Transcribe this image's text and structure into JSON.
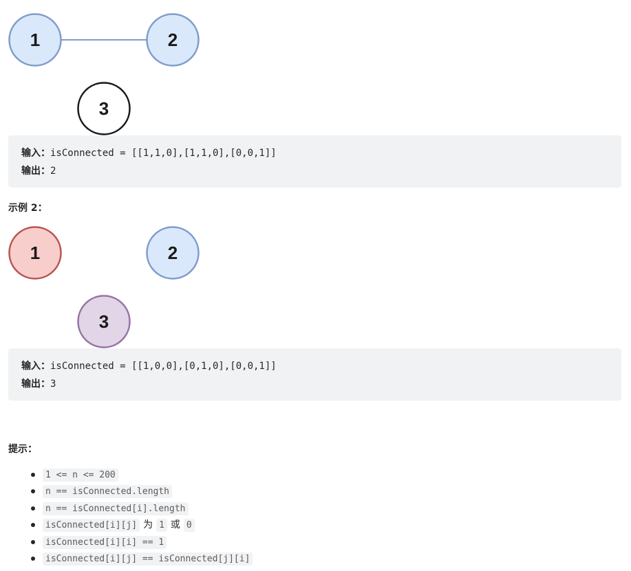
{
  "example1": {
    "graph": {
      "nodes": [
        {
          "label": "1",
          "fill": "#dae8fc",
          "stroke": "#7f9ccb"
        },
        {
          "label": "2",
          "fill": "#dae8fc",
          "stroke": "#7f9ccb"
        },
        {
          "label": "3",
          "fill": "#ffffff",
          "stroke": "#1a1a1a"
        }
      ],
      "edges": [
        [
          "1",
          "2"
        ]
      ],
      "edge_color": "#7f9ccb"
    },
    "input_label": "输入：",
    "input_value": "isConnected = [[1,1,0],[1,1,0],[0,0,1]]",
    "output_label": "输出：",
    "output_value": "2"
  },
  "example2": {
    "heading": "示例 2：",
    "graph": {
      "nodes": [
        {
          "label": "1",
          "fill": "#f8cecc",
          "stroke": "#b85450"
        },
        {
          "label": "2",
          "fill": "#dae8fc",
          "stroke": "#7f9ccb"
        },
        {
          "label": "3",
          "fill": "#e1d5e7",
          "stroke": "#9673a6"
        }
      ],
      "edges": []
    },
    "input_label": "输入：",
    "input_value": "isConnected = [[1,0,0],[0,1,0],[0,0,1]]",
    "output_label": "输出：",
    "output_value": "3"
  },
  "hints": {
    "heading": "提示：",
    "items": [
      {
        "code": "1 <= n <= 200"
      },
      {
        "code": "n == isConnected.length"
      },
      {
        "code": "n == isConnected[i].length"
      },
      {
        "code": "isConnected[i][j]",
        "text1": "为",
        "code2": "1",
        "text2": "或",
        "code3": "0"
      },
      {
        "code": "isConnected[i][i] == 1"
      },
      {
        "code": "isConnected[i][j] == isConnected[j][i]"
      }
    ]
  }
}
